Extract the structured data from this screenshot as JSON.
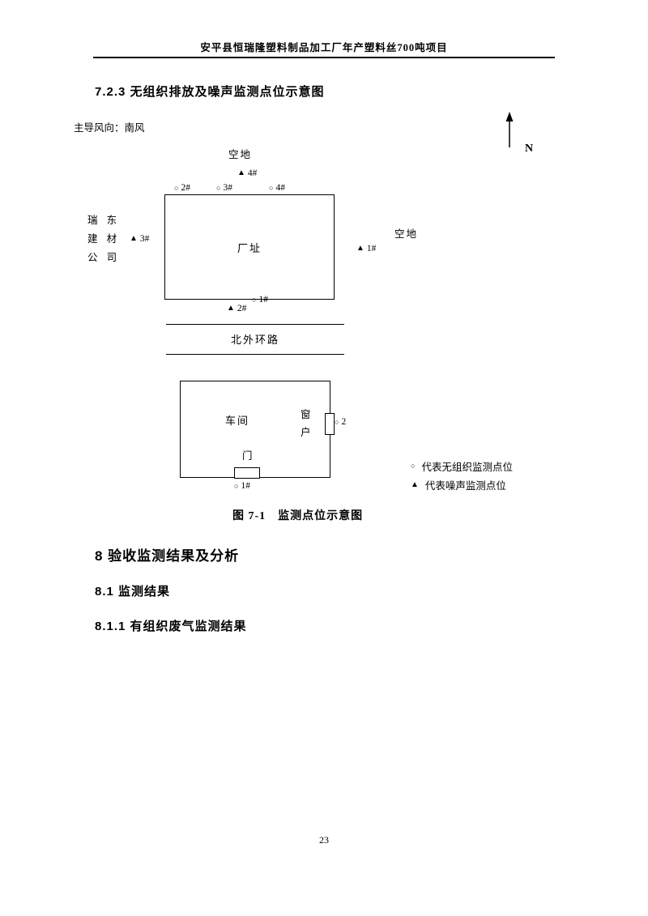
{
  "page": {
    "header_title": "安平县恒瑞隆塑料制品加工厂年产塑料丝700吨项目",
    "page_number": "23"
  },
  "headings": {
    "h723": "7.2.3 无组织排放及噪声监测点位示意图",
    "h8": "8 验收监测结果及分析",
    "h81": "8.1 监测结果",
    "h811": "8.1.1 有组织废气监测结果"
  },
  "body_text": {
    "wind_direction": "主导风向：南风",
    "figure_caption": "图 7-1　监测点位示意图"
  },
  "diagram": {
    "north_label": "N",
    "open_space_top": "空地",
    "open_space_right": "空地",
    "factory_label": "厂址",
    "neighbor": {
      "line1": "瑞 东",
      "line2": "建 材",
      "line3": "公 司"
    },
    "road_label": "北外环路",
    "workshop_label": "车间",
    "window_label_top": "窗",
    "window_label_bottom": "户",
    "door_label": "门",
    "points": {
      "noise4": {
        "symbol": "▲",
        "label": "4#"
      },
      "air2": {
        "symbol": "○",
        "label": "2#"
      },
      "air3": {
        "symbol": "○",
        "label": "3#"
      },
      "air4": {
        "symbol": "○",
        "label": "4#"
      },
      "noise3": {
        "symbol": "▲",
        "label": "3#"
      },
      "noise1": {
        "symbol": "▲",
        "label": "1#"
      },
      "air1": {
        "symbol": "○",
        "label": "1#"
      },
      "noise2": {
        "symbol": "▲",
        "label": "2#"
      },
      "workshop2": {
        "symbol": "○",
        "label": "2"
      },
      "workshop1": {
        "symbol": "○",
        "label": "1#"
      }
    },
    "legend": [
      {
        "symbol": "○",
        "text": "代表无组织监测点位"
      },
      {
        "symbol": "▲",
        "text": "代表噪声监测点位"
      }
    ]
  }
}
